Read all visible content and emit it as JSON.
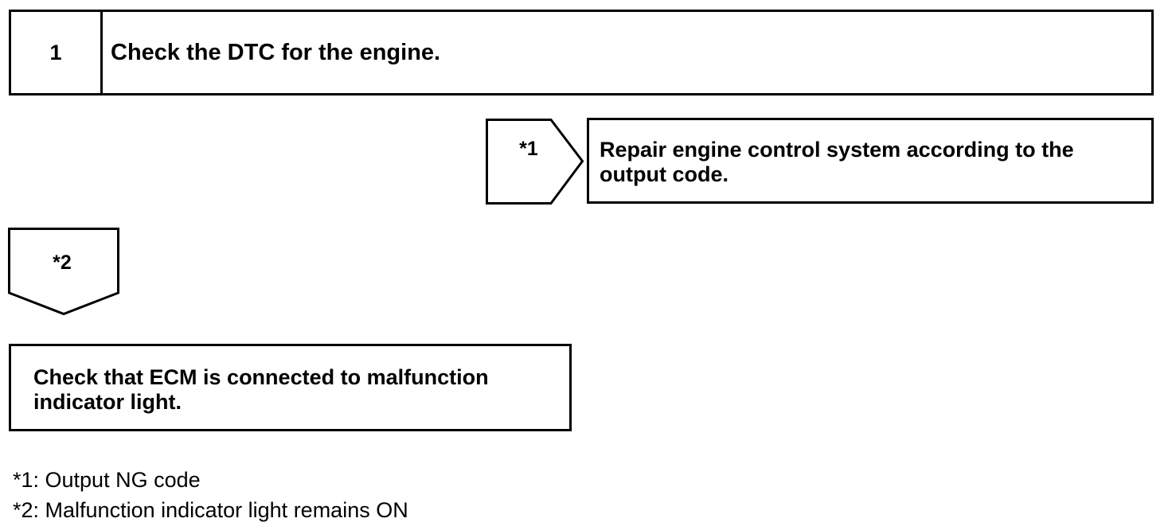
{
  "step": {
    "number": "1",
    "title": "Check the DTC for the engine."
  },
  "branch_right": {
    "marker": "*1",
    "action_text": "Repair engine control system according to the output code."
  },
  "branch_down": {
    "marker": "*2",
    "next_step_text": "Check that ECM is connected to malfunction indicator light."
  },
  "legend": {
    "items": [
      "*1: Output NG code",
      "*2: Malfunction indicator light remains ON"
    ]
  }
}
